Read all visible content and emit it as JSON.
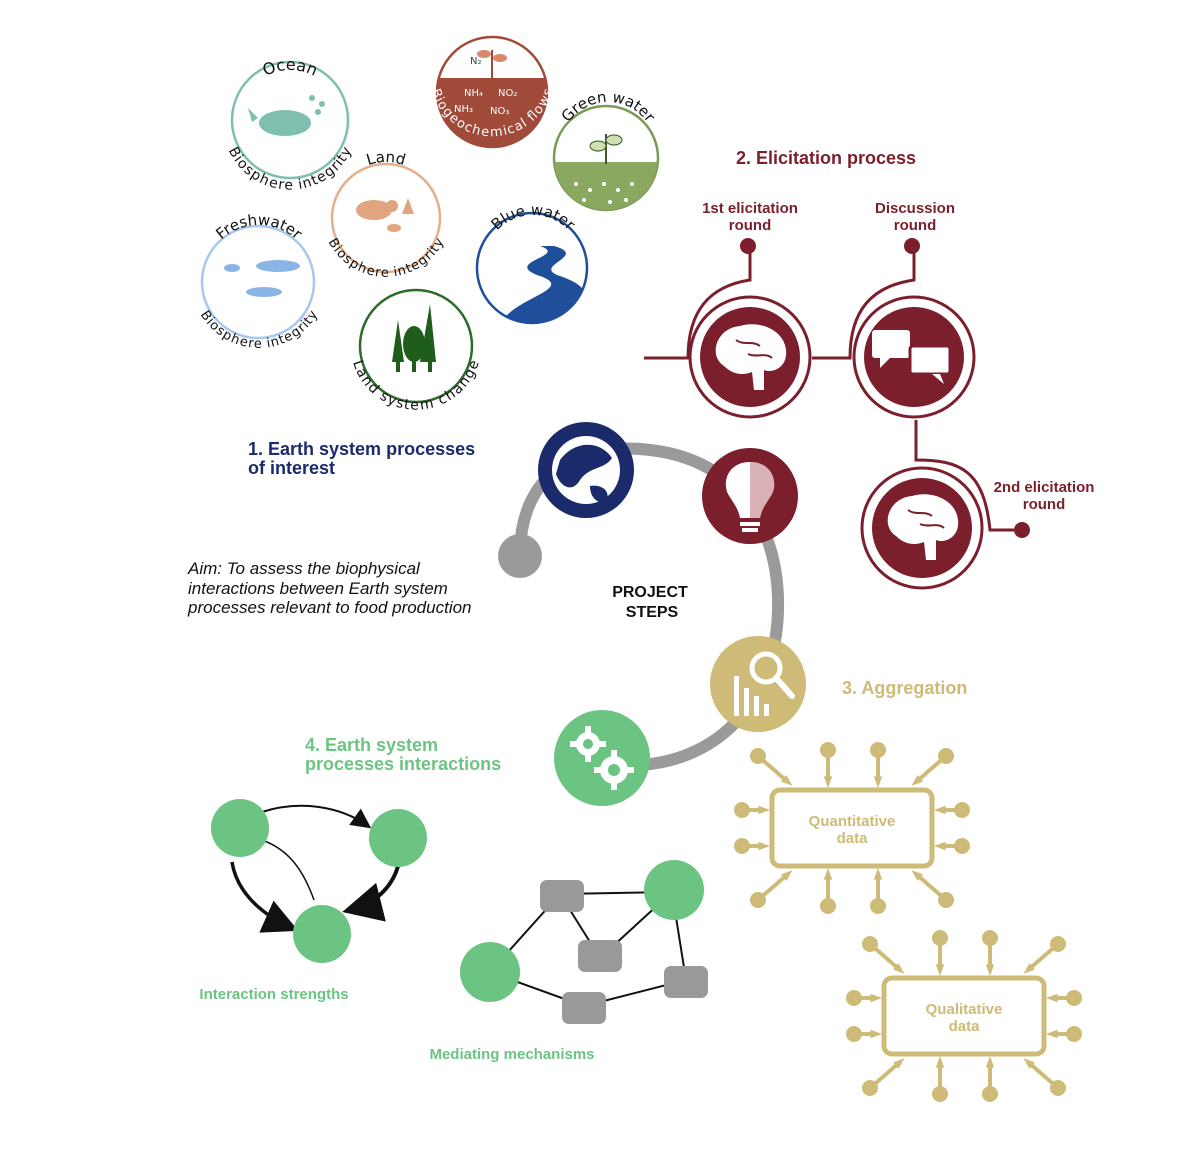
{
  "steps": {
    "step1_line1": "1. Earth system processes",
    "step1_line2": "of interest",
    "step2": "2. Elicitation process",
    "step3": "3. Aggregation",
    "step4_line1": "4. Earth system",
    "step4_line2": "processes interactions",
    "center_line1": "PROJECT",
    "center_line2": "STEPS"
  },
  "aim": {
    "line1": "Aim: To assess the biophysical",
    "line2": "interactions between Earth system",
    "line3": "processes relevant to food production"
  },
  "processes": {
    "ocean_top": "Ocean",
    "ocean_bottom": "Biosphere integrity",
    "land_top": "Land",
    "land_bottom": "Biosphere integrity",
    "freshwater_top": "Freshwater",
    "freshwater_bottom": "Biosphere integrity",
    "biogeo": "Biogeochemical flows",
    "n2": "N₂",
    "nh4": "NH₄",
    "no2": "NO₂",
    "nh3": "NH₃",
    "no3": "NO₃",
    "green_water": "Green water",
    "blue_water": "Blue water",
    "land_change": "Land system change"
  },
  "elicitation": {
    "round1_line1": "1st elicitation",
    "round1_line2": "round",
    "discussion_line1": "Discussion",
    "discussion_line2": "round",
    "round2_line1": "2nd elicitation",
    "round2_line2": "round"
  },
  "aggregation": {
    "quant_line1": "Quantitative",
    "quant_line2": "data",
    "qual_line1": "Qualitative",
    "qual_line2": "data"
  },
  "interactions": {
    "strengths": "Interaction strengths",
    "mechanisms": "Mediating mechanisms"
  },
  "colors": {
    "navy": "#1b2a6b",
    "maroon": "#7a1f2b",
    "gold": "#cdbb77",
    "green": "#6cc482",
    "gray": "#999999"
  }
}
